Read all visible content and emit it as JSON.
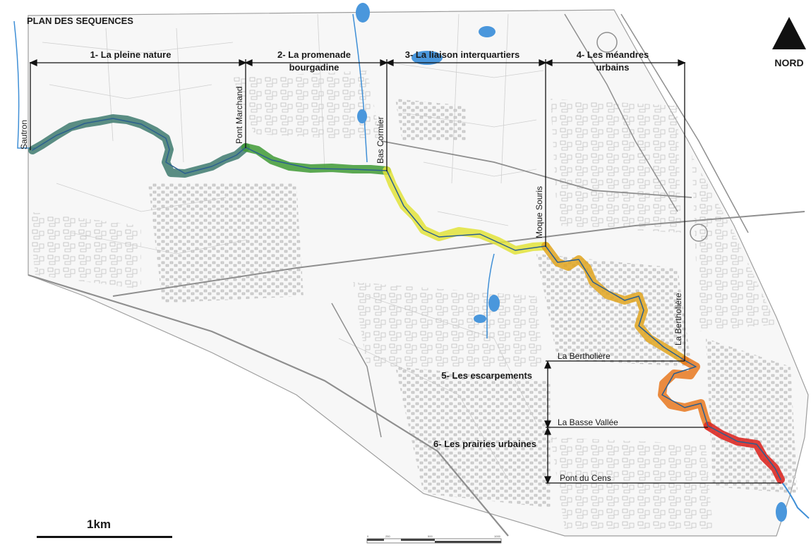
{
  "map": {
    "title": "PLAN DES SEQUENCES",
    "north_label": "NORD",
    "scale_label": "1km",
    "scale_ticks": [
      "0",
      "250",
      "500",
      "1000"
    ],
    "sequences": [
      {
        "line1": "1- La pleine nature",
        "line2": ""
      },
      {
        "line1": "2- La promenade",
        "line2": "bourgadine"
      },
      {
        "line1": "3- La liaison interquartiers",
        "line2": ""
      },
      {
        "line1": "4- Les méandres",
        "line2": "urbains"
      },
      {
        "line1": "5- Les escarpements",
        "line2": ""
      },
      {
        "line1": "6- Les prairies urbaines",
        "line2": ""
      }
    ],
    "places": {
      "sautron": "Sautron",
      "pont_marchand": "Pont Marchand",
      "bas_cormier": "Bas Cormier",
      "moque_souris": "Moque Souris",
      "la_bertholiere_vertical": "La Bertholière",
      "la_bertholiere": "La Bertholière",
      "la_basse_vallee": "La Basse Vallée",
      "pont_du_cens": "Pont du Cens"
    },
    "segment_colors": [
      "#3e7a6f",
      "#3f9a35",
      "#e2e33a",
      "#e0a51f",
      "#e8781f",
      "#dc2a25"
    ],
    "water_color": "#3f8fd6",
    "pond_color": "#4a97dc"
  }
}
